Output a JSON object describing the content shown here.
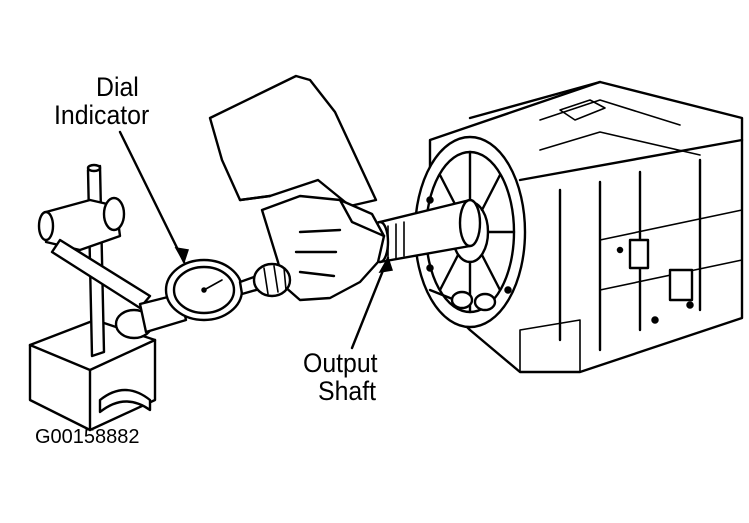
{
  "labels": {
    "dial_indicator_line1": "Dial",
    "dial_indicator_line2": "Indicator",
    "output_shaft_line1": "Output",
    "output_shaft_line2": "Shaft"
  },
  "figure_id": "G00158882",
  "ink_color": "#000000",
  "paper_color": "#ffffff"
}
